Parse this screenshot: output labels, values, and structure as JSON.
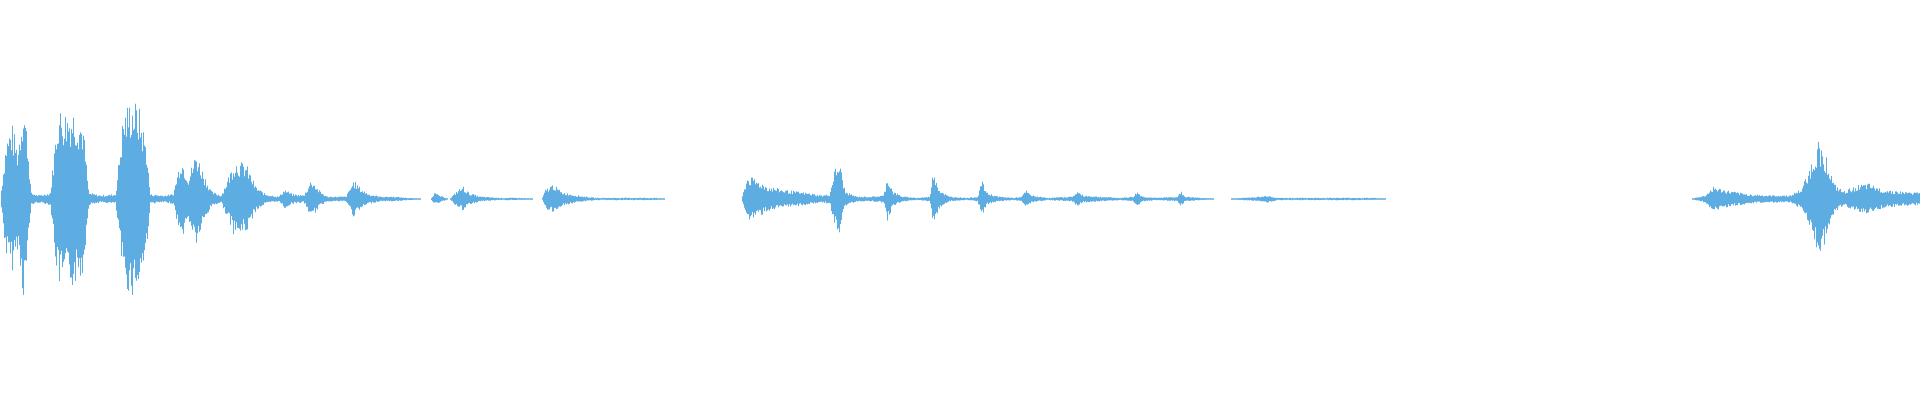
{
  "waveform": {
    "color": "#5DADE2",
    "envelope": [
      [
        0.0,
        0.0
      ],
      [
        0.003,
        0.48
      ],
      [
        0.006,
        0.6
      ],
      [
        0.009,
        0.4
      ],
      [
        0.012,
        0.82
      ],
      [
        0.014,
        0.52
      ],
      [
        0.016,
        0.05
      ],
      [
        0.02,
        0.03
      ],
      [
        0.026,
        0.05
      ],
      [
        0.03,
        0.72
      ],
      [
        0.034,
        0.7
      ],
      [
        0.038,
        0.72
      ],
      [
        0.043,
        0.62
      ],
      [
        0.046,
        0.05
      ],
      [
        0.052,
        0.03
      ],
      [
        0.06,
        0.04
      ],
      [
        0.064,
        0.68
      ],
      [
        0.068,
        0.8
      ],
      [
        0.072,
        0.74
      ],
      [
        0.076,
        0.45
      ],
      [
        0.078,
        0.04
      ],
      [
        0.085,
        0.03
      ],
      [
        0.09,
        0.04
      ],
      [
        0.094,
        0.34
      ],
      [
        0.098,
        0.18
      ],
      [
        0.102,
        0.38
      ],
      [
        0.106,
        0.2
      ],
      [
        0.11,
        0.06
      ],
      [
        0.115,
        0.03
      ],
      [
        0.122,
        0.31
      ],
      [
        0.128,
        0.28
      ],
      [
        0.133,
        0.1
      ],
      [
        0.138,
        0.04
      ],
      [
        0.145,
        0.02
      ],
      [
        0.148,
        0.08
      ],
      [
        0.152,
        0.04
      ],
      [
        0.158,
        0.03
      ],
      [
        0.162,
        0.16
      ],
      [
        0.166,
        0.07
      ],
      [
        0.17,
        0.02
      ],
      [
        0.18,
        0.02
      ],
      [
        0.184,
        0.15
      ],
      [
        0.188,
        0.08
      ],
      [
        0.192,
        0.04
      ],
      [
        0.198,
        0.02
      ],
      [
        0.205,
        0.02
      ],
      [
        0.212,
        0.01
      ],
      [
        0.224,
        0.0
      ],
      [
        0.226,
        0.05
      ],
      [
        0.23,
        0.02
      ],
      [
        0.234,
        0.0
      ],
      [
        0.238,
        0.07
      ],
      [
        0.241,
        0.1
      ],
      [
        0.244,
        0.05
      ],
      [
        0.25,
        0.02
      ],
      [
        0.26,
        0.01
      ],
      [
        0.27,
        0.01
      ],
      [
        0.282,
        0.0
      ],
      [
        0.284,
        0.08
      ],
      [
        0.288,
        0.12
      ],
      [
        0.292,
        0.06
      ],
      [
        0.3,
        0.03
      ],
      [
        0.31,
        0.01
      ],
      [
        0.326,
        0.01
      ],
      [
        0.34,
        0.01
      ],
      [
        0.35,
        0.0
      ],
      [
        0.365,
        0.0
      ],
      [
        0.368,
        0.0
      ],
      [
        0.386,
        0.0
      ],
      [
        0.389,
        0.18
      ],
      [
        0.393,
        0.16
      ],
      [
        0.4,
        0.1
      ],
      [
        0.41,
        0.07
      ],
      [
        0.42,
        0.05
      ],
      [
        0.428,
        0.03
      ],
      [
        0.432,
        0.04
      ],
      [
        0.434,
        0.22
      ],
      [
        0.437,
        0.3
      ],
      [
        0.44,
        0.06
      ],
      [
        0.446,
        0.02
      ],
      [
        0.454,
        0.02
      ],
      [
        0.46,
        0.03
      ],
      [
        0.462,
        0.18
      ],
      [
        0.465,
        0.06
      ],
      [
        0.47,
        0.02
      ],
      [
        0.478,
        0.01
      ],
      [
        0.484,
        0.02
      ],
      [
        0.486,
        0.24
      ],
      [
        0.489,
        0.08
      ],
      [
        0.494,
        0.02
      ],
      [
        0.504,
        0.01
      ],
      [
        0.509,
        0.02
      ],
      [
        0.511,
        0.15
      ],
      [
        0.514,
        0.05
      ],
      [
        0.52,
        0.02
      ],
      [
        0.528,
        0.01
      ],
      [
        0.532,
        0.02
      ],
      [
        0.534,
        0.07
      ],
      [
        0.537,
        0.03
      ],
      [
        0.545,
        0.01
      ],
      [
        0.558,
        0.02
      ],
      [
        0.561,
        0.06
      ],
      [
        0.564,
        0.03
      ],
      [
        0.572,
        0.02
      ],
      [
        0.583,
        0.01
      ],
      [
        0.59,
        0.02
      ],
      [
        0.592,
        0.06
      ],
      [
        0.595,
        0.02
      ],
      [
        0.602,
        0.01
      ],
      [
        0.613,
        0.02
      ],
      [
        0.615,
        0.06
      ],
      [
        0.617,
        0.02
      ],
      [
        0.625,
        0.01
      ],
      [
        0.637,
        0.0
      ],
      [
        0.657,
        0.02
      ],
      [
        0.66,
        0.03
      ],
      [
        0.665,
        0.01
      ],
      [
        0.676,
        0.01
      ],
      [
        0.69,
        0.01
      ],
      [
        0.702,
        0.01
      ],
      [
        0.715,
        0.01
      ],
      [
        0.726,
        0.0
      ],
      [
        0.74,
        0.0
      ],
      [
        0.88,
        0.0
      ],
      [
        0.888,
        0.03
      ],
      [
        0.892,
        0.1
      ],
      [
        0.896,
        0.08
      ],
      [
        0.902,
        0.06
      ],
      [
        0.91,
        0.04
      ],
      [
        0.92,
        0.03
      ],
      [
        0.932,
        0.03
      ],
      [
        0.938,
        0.08
      ],
      [
        0.943,
        0.28
      ],
      [
        0.947,
        0.46
      ],
      [
        0.951,
        0.34
      ],
      [
        0.955,
        0.12
      ],
      [
        0.96,
        0.06
      ],
      [
        0.967,
        0.11
      ],
      [
        0.973,
        0.12
      ],
      [
        0.98,
        0.08
      ],
      [
        0.99,
        0.06
      ],
      [
        1.0,
        0.05
      ]
    ]
  }
}
